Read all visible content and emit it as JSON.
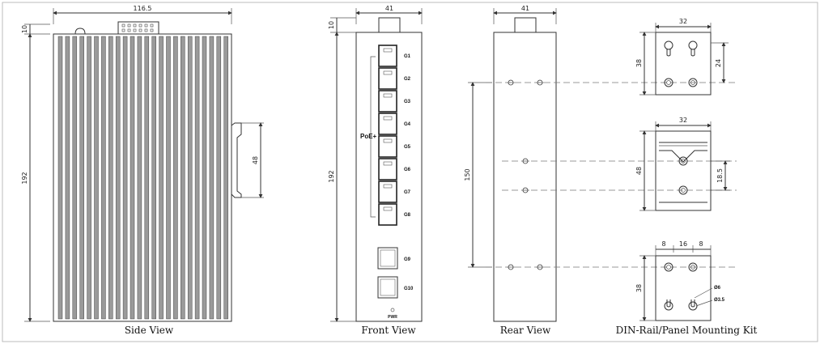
{
  "views": {
    "side": {
      "label": "Side View",
      "width": "116.5",
      "top_height": "10",
      "height": "192",
      "rail_height": "48"
    },
    "front": {
      "label": "Front View",
      "width": "41",
      "top_height": "10",
      "height": "192",
      "poe_label": "PoE+",
      "ports": [
        "G1",
        "G2",
        "G3",
        "G4",
        "G5",
        "G6",
        "G7",
        "G8"
      ],
      "sfp_ports": [
        "G9",
        "G10"
      ],
      "pwr_label": "PWR"
    },
    "rear": {
      "label": "Rear View",
      "width": "41",
      "hole_spacing": "150"
    },
    "kit": {
      "label": "DIN-Rail/Panel Mounting Kit",
      "top": {
        "width": "32",
        "height": "38",
        "hole_offset": "24"
      },
      "middle": {
        "width": "32",
        "height": "48",
        "hole_offset": "18.5"
      },
      "bottom": {
        "dim_left": "8",
        "dim_mid": "16",
        "dim_right": "8",
        "height": "38",
        "hole_large": "Ø6",
        "hole_small": "Ø3.5"
      }
    }
  }
}
